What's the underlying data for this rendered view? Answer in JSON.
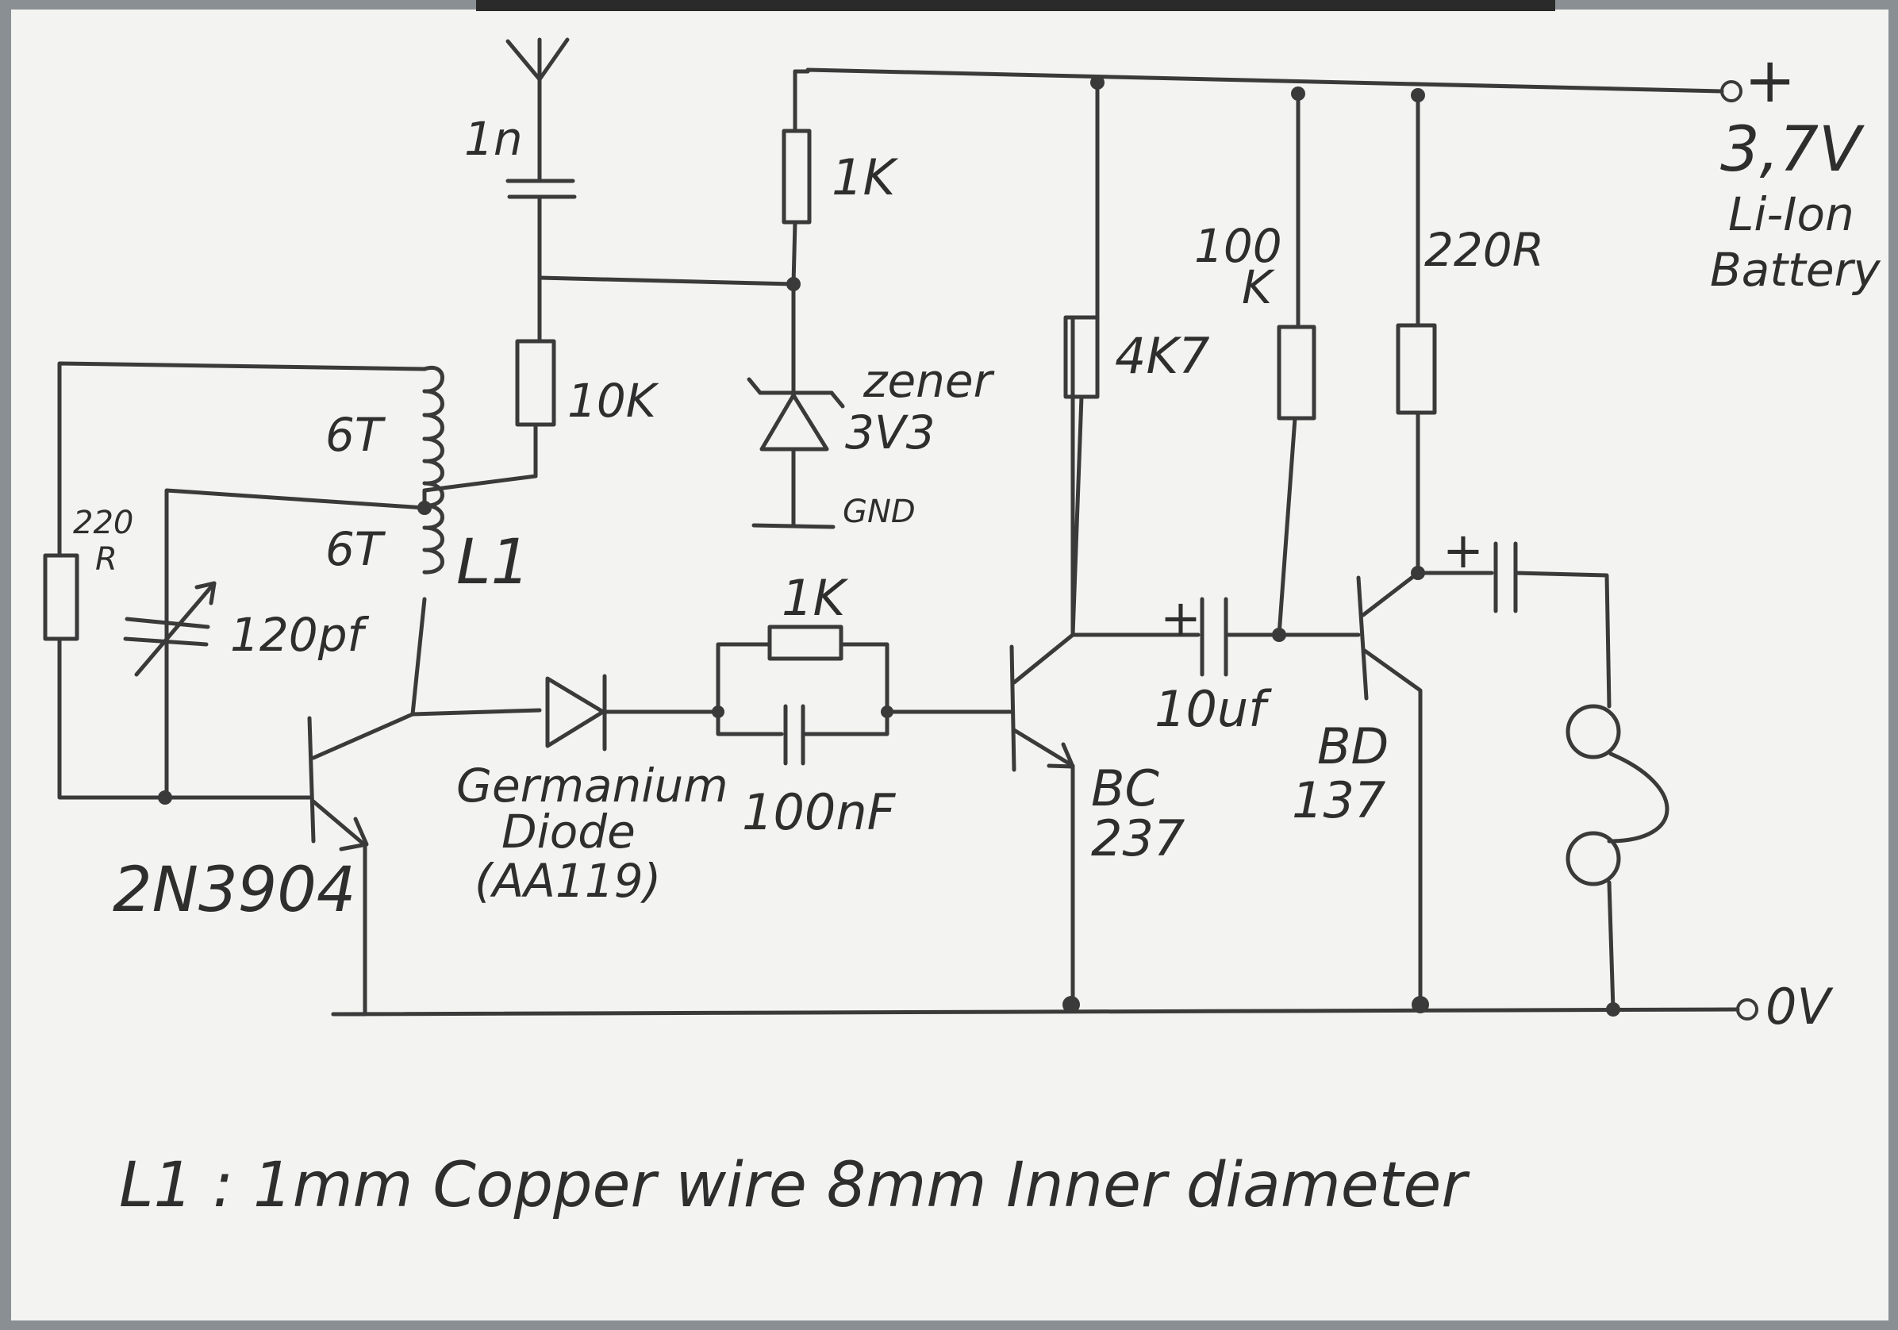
{
  "labels": {
    "antenna_cap": "1n",
    "r_1k_top": "1K",
    "r_10k": "10K",
    "zener_name": "zener",
    "zener_value": "3V3",
    "gnd": "GND",
    "r_1k_mid": "1K",
    "cap_100nf": "100nF",
    "diode_line1": "Germanium",
    "diode_line2": "Diode",
    "diode_line3": "(AA119)",
    "r_4k7": "4K7",
    "r_100k_line1": "100",
    "r_100k_line2": "K",
    "r_220r_top": "220R",
    "cap_10uf": "10uf",
    "plus_10uf": "+",
    "plus_out": "+",
    "bc_line1": "BC",
    "bc_line2": "237",
    "bd_line1": "BD",
    "bd_line2": "137",
    "supply_plus": "+",
    "supply_voltage": "3,7V",
    "supply_line1": "Li-Ion",
    "supply_line2": "Battery",
    "ground_0v": "0V",
    "turns_top": "6T",
    "turns_bottom": "6T",
    "coil_name": "L1",
    "r_220_left_line1": "220",
    "r_220_left_line2": "R",
    "var_cap": "120pf",
    "transistor_q1": "2N3904",
    "footnote": "L1 : 1mm Copper wire   8mm Inner diameter"
  },
  "colors": {
    "paper": "#f3f3f1",
    "ink": "#3a3a3a",
    "backdrop": "#8a8f94"
  }
}
